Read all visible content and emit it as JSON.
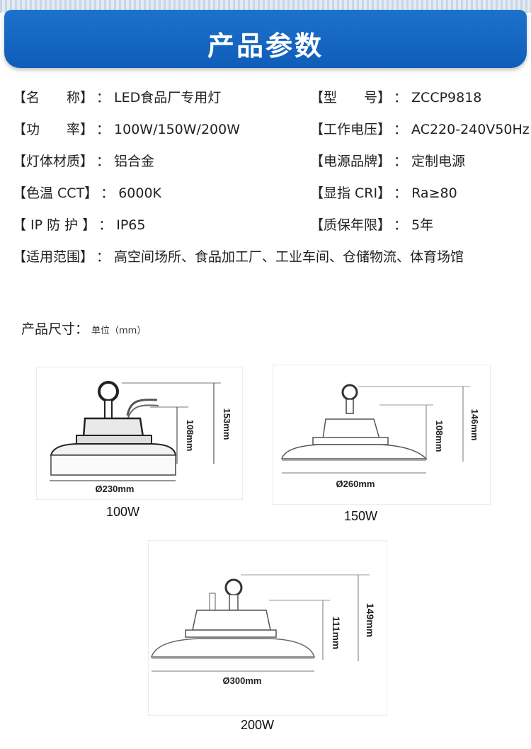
{
  "banner": {
    "title": "产品参数"
  },
  "specs": {
    "name": {
      "label": "【名　　称】",
      "value": "LED食品厂专用灯"
    },
    "model": {
      "label": "【型　　号】",
      "value": "ZCCP9818"
    },
    "power": {
      "label": "【功　　率】",
      "value": "100W/150W/200W"
    },
    "voltage": {
      "label": "【工作电压】",
      "value": "AC220-240V50Hz"
    },
    "material": {
      "label": "【灯体材质】",
      "value": "铝合金"
    },
    "driver": {
      "label": "【电源品牌】",
      "value": "定制电源"
    },
    "cct": {
      "label": "【色温 CCT】",
      "value": "6000K"
    },
    "cri": {
      "label": "【显指 CRI】",
      "value": "Ra≥80"
    },
    "ip": {
      "label": "【 IP 防 护 】",
      "value": "IP65"
    },
    "warranty": {
      "label": "【质保年限】",
      "value": "5年"
    },
    "usage": {
      "label": "【适用范围】",
      "value": "高空间场所、食品加工厂、工业车间、仓储物流、体育场馆"
    },
    "separator": "："
  },
  "dimensions": {
    "title": "产品尺寸：",
    "unit": "单位（mm）",
    "items": [
      {
        "caption": "100W",
        "diameter": "Ø230mm",
        "body_height": "108mm",
        "total_height": "153mm"
      },
      {
        "caption": "150W",
        "diameter": "Ø260mm",
        "body_height": "108mm",
        "total_height": "146mm"
      },
      {
        "caption": "200W",
        "diameter": "Ø300mm",
        "body_height": "111mm",
        "total_height": "149mm"
      }
    ]
  }
}
